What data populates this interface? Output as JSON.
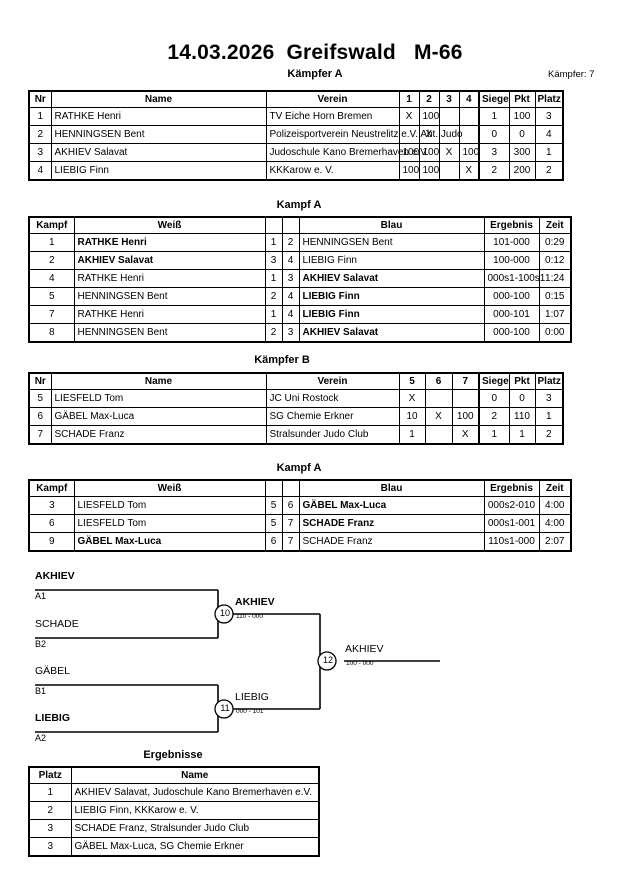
{
  "header": {
    "title": "14.03.2026  Greifswald   M-66",
    "subtitle": "Kämpfer A",
    "fighter_count": "Kämpfer: 7"
  },
  "pool_a": {
    "caption": "Kämpfer A",
    "columns": [
      "Nr",
      "Name",
      "Verein",
      "1",
      "2",
      "3",
      "4",
      "Siege",
      "Pkt",
      "Platz"
    ],
    "rows": [
      {
        "nr": "1",
        "name": "RATHKE Henri",
        "verein": "TV Eiche Horn Bremen",
        "m": [
          "X",
          "100",
          "",
          ""
        ],
        "siege": "1",
        "pkt": "100",
        "platz": "3"
      },
      {
        "nr": "2",
        "name": "HENNINGSEN Bent",
        "verein": "Polizeisportverein Neustrelitz e.V. Abt. Judo",
        "m": [
          "",
          "X",
          "",
          ""
        ],
        "siege": "0",
        "pkt": "0",
        "platz": "4"
      },
      {
        "nr": "3",
        "name": "AKHIEV Salavat",
        "verein": "Judoschule Kano Bremerhaven e.V.",
        "m": [
          "100",
          "100",
          "X",
          "100"
        ],
        "siege": "3",
        "pkt": "300",
        "platz": "1"
      },
      {
        "nr": "4",
        "name": "LIEBIG Finn",
        "verein": "KKKarow e. V.",
        "m": [
          "100",
          "100",
          "",
          "X"
        ],
        "siege": "2",
        "pkt": "200",
        "platz": "2"
      }
    ]
  },
  "kampf_a1": {
    "caption": "Kampf A",
    "columns": [
      "Kampf",
      "Weiß",
      "",
      "",
      "Blau",
      "Ergebnis",
      "Zeit"
    ],
    "rows": [
      {
        "kampf": "1",
        "weiss": "RATHKE Henri",
        "weiss_bold": true,
        "w_nr": "1",
        "b_nr": "2",
        "blau": "HENNINGSEN Bent",
        "blau_bold": false,
        "ergebnis": "101-000",
        "zeit": "0:29"
      },
      {
        "kampf": "2",
        "weiss": "AKHIEV Salavat",
        "weiss_bold": true,
        "w_nr": "3",
        "b_nr": "4",
        "blau": "LIEBIG Finn",
        "blau_bold": false,
        "ergebnis": "100-000",
        "zeit": "0:12"
      },
      {
        "kampf": "4",
        "weiss": "RATHKE Henri",
        "weiss_bold": false,
        "w_nr": "1",
        "b_nr": "3",
        "blau": "AKHIEV Salavat",
        "blau_bold": true,
        "ergebnis": "000s1-100s1",
        "zeit": "1:24"
      },
      {
        "kampf": "5",
        "weiss": "HENNINGSEN Bent",
        "weiss_bold": false,
        "w_nr": "2",
        "b_nr": "4",
        "blau": "LIEBIG Finn",
        "blau_bold": true,
        "ergebnis": "000-100",
        "zeit": "0:15"
      },
      {
        "kampf": "7",
        "weiss": "RATHKE Henri",
        "weiss_bold": false,
        "w_nr": "1",
        "b_nr": "4",
        "blau": "LIEBIG Finn",
        "blau_bold": true,
        "ergebnis": "000-101",
        "zeit": "1:07"
      },
      {
        "kampf": "8",
        "weiss": "HENNINGSEN Bent",
        "weiss_bold": false,
        "w_nr": "2",
        "b_nr": "3",
        "blau": "AKHIEV Salavat",
        "blau_bold": true,
        "ergebnis": "000-100",
        "zeit": "0:00"
      }
    ]
  },
  "pool_b": {
    "caption": "Kämpfer B",
    "columns": [
      "Nr",
      "Name",
      "Verein",
      "5",
      "6",
      "7",
      "Siege",
      "Pkt",
      "Platz"
    ],
    "rows": [
      {
        "nr": "5",
        "name": "LIESFELD Tom",
        "verein": "JC Uni Rostock",
        "m": [
          "X",
          "",
          ""
        ],
        "siege": "0",
        "pkt": "0",
        "platz": "3"
      },
      {
        "nr": "6",
        "name": "GÄBEL Max-Luca",
        "verein": "SG Chemie Erkner",
        "m": [
          "10",
          "X",
          "100"
        ],
        "siege": "2",
        "pkt": "110",
        "platz": "1"
      },
      {
        "nr": "7",
        "name": "SCHADE Franz",
        "verein": "Stralsunder Judo Club",
        "m": [
          "1",
          "",
          "X"
        ],
        "siege": "1",
        "pkt": "1",
        "platz": "2"
      }
    ]
  },
  "kampf_a2": {
    "caption": "Kampf A",
    "columns": [
      "Kampf",
      "Weiß",
      "",
      "",
      "Blau",
      "Ergebnis",
      "Zeit"
    ],
    "rows": [
      {
        "kampf": "3",
        "weiss": "LIESFELD Tom",
        "weiss_bold": false,
        "w_nr": "5",
        "b_nr": "6",
        "blau": "GÄBEL Max-Luca",
        "blau_bold": true,
        "ergebnis": "000s2-010",
        "zeit": "4:00"
      },
      {
        "kampf": "6",
        "weiss": "LIESFELD Tom",
        "weiss_bold": false,
        "w_nr": "5",
        "b_nr": "7",
        "blau": "SCHADE Franz",
        "blau_bold": true,
        "ergebnis": "000s1-001",
        "zeit": "4:00"
      },
      {
        "kampf": "9",
        "weiss": "GÄBEL Max-Luca",
        "weiss_bold": true,
        "w_nr": "6",
        "b_nr": "7",
        "blau": "SCHADE Franz",
        "blau_bold": false,
        "ergebnis": "110s1-000",
        "zeit": "2:07"
      }
    ]
  },
  "bracket": {
    "entries": [
      {
        "name": "AKHIEV",
        "seed": "A1",
        "bold": true
      },
      {
        "name": "SCHADE",
        "seed": "B2",
        "bold": false
      },
      {
        "name": "GÄBEL",
        "seed": "B1",
        "bold": false
      },
      {
        "name": "LIEBIG",
        "seed": "A2",
        "bold": true
      }
    ],
    "matches": [
      {
        "no": "10",
        "winner": "AKHIEV",
        "score": "110 - 000",
        "bold": true
      },
      {
        "no": "11",
        "winner": "LIEBIG",
        "score": "000 - 101",
        "bold": false
      },
      {
        "no": "12",
        "winner": "AKHIEV",
        "score": "100 - 000",
        "bold": false
      }
    ]
  },
  "results": {
    "caption": "Ergebnisse",
    "columns": [
      "Platz",
      "Name"
    ],
    "rows": [
      {
        "platz": "1",
        "name": "AKHIEV Salavat, Judoschule Kano Bremerhaven e.V."
      },
      {
        "platz": "2",
        "name": "LIEBIG Finn, KKKarow e. V."
      },
      {
        "platz": "3",
        "name": "SCHADE Franz, Stralsunder Judo Club"
      },
      {
        "platz": "3",
        "name": "GÄBEL Max-Luca, SG Chemie Erkner"
      }
    ]
  }
}
